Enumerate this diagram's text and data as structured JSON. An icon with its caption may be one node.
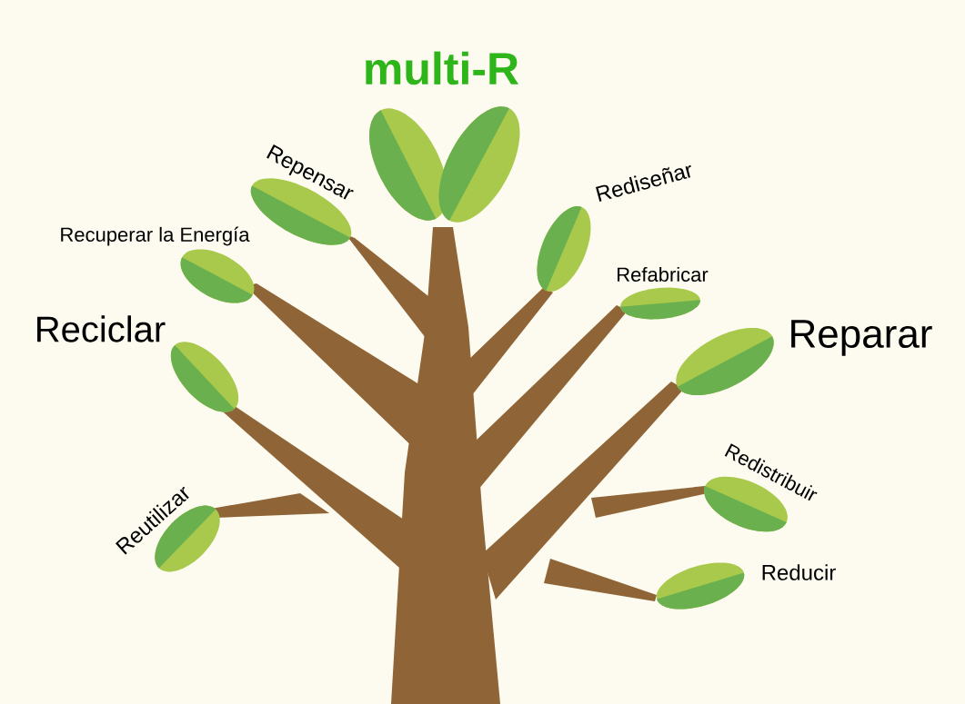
{
  "diagram": {
    "title": "multi-R",
    "labels": [
      "Repensar",
      "Rediseñar",
      "Recuperar la Energía",
      "Refabricar",
      "Reciclar",
      "Reparar",
      "Redistribuir",
      "Reutilizar",
      "Reducir"
    ]
  }
}
